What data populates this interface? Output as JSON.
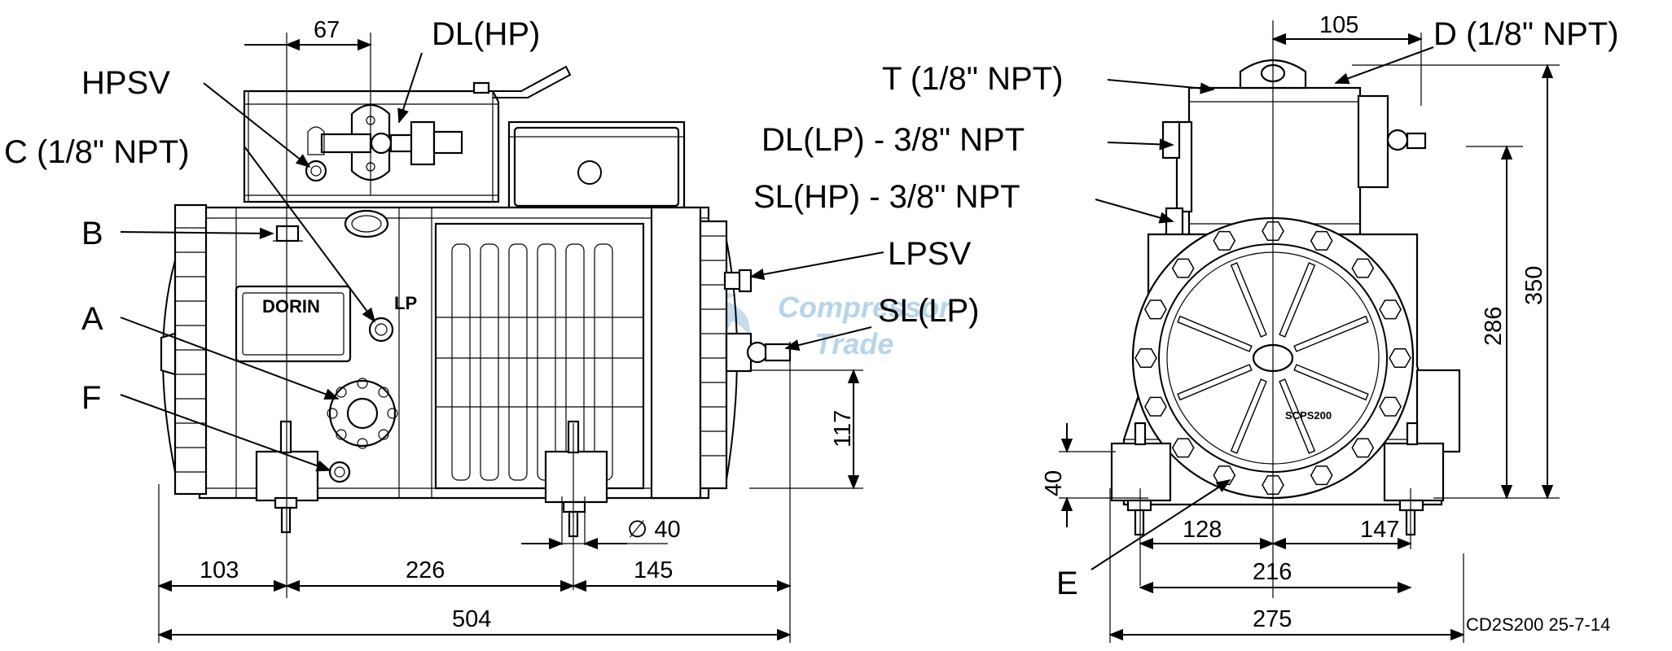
{
  "callouts": {
    "hpsv": "HPSV",
    "dl_hp": "DL(HP)",
    "c_npt": "C (1/8\" NPT)",
    "b": "B",
    "a": "A",
    "f": "F",
    "lpsv": "LPSV",
    "sl_lp": "SL(LP)",
    "t_npt": "T (1/8\" NPT)",
    "d_npt": "D (1/8\" NPT)",
    "dl_lp": "DL(LP) - 3/8\" NPT",
    "sl_hp": "SL(HP) - 3/8\" NPT",
    "e": "E"
  },
  "dimensions": {
    "d67": "67",
    "d103": "103",
    "d226": "226",
    "d145": "145",
    "d504": "504",
    "d117": "117",
    "dia40": "∅ 40",
    "d105": "105",
    "d350": "350",
    "d286": "286",
    "d40": "40",
    "d128": "128",
    "d147": "147",
    "d216": "216",
    "d275": "275"
  },
  "nameplate": {
    "brand": "DORIN",
    "lp_mark": "LP",
    "front_plate": "SCPS200"
  },
  "watermark": {
    "line1": "Compressor",
    "line2": "Trade"
  },
  "drawing_ref": "CD2S200  25-7-14"
}
